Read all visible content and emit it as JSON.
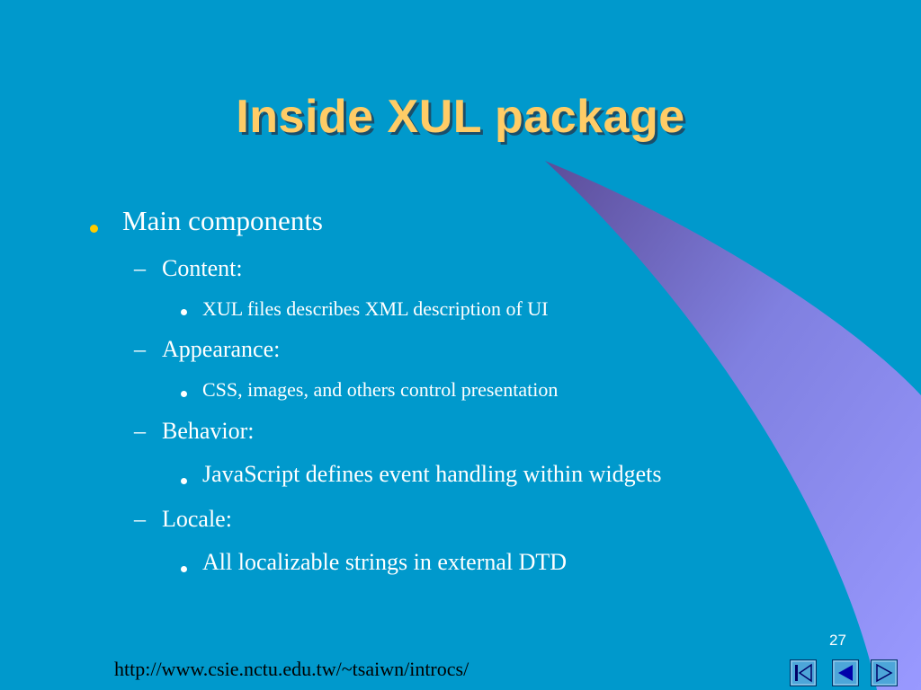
{
  "slide": {
    "title": "Inside XUL package",
    "bullets": [
      {
        "level": 1,
        "text": "Main components"
      },
      {
        "level": 2,
        "text": "Content:"
      },
      {
        "level": 3,
        "text": "XUL files describes XML description of UI"
      },
      {
        "level": 2,
        "text": "Appearance:"
      },
      {
        "level": 3,
        "text": "CSS, images, and others control presentation"
      },
      {
        "level": 2,
        "text": "Behavior:"
      },
      {
        "level": 3,
        "text": "JavaScript defines event handling within widgets"
      },
      {
        "level": 2,
        "text": "Locale:"
      },
      {
        "level": 3,
        "text": "All localizable strings in external DTD"
      }
    ],
    "dash": "–",
    "page_number": "27",
    "footer_url": "http://www.csie.nctu.edu.tw/~tsaiwn/introcs/"
  },
  "nav": {
    "first_icon": "first-slide-icon",
    "prev_icon": "previous-slide-icon",
    "next_icon": "next-slide-icon"
  },
  "colors": {
    "background": "#0099cc",
    "title": "#ffcc66",
    "swoosh_dark": "#5c4d99",
    "swoosh_light": "#9999ff",
    "bullet_l1": "#ffcc00"
  }
}
